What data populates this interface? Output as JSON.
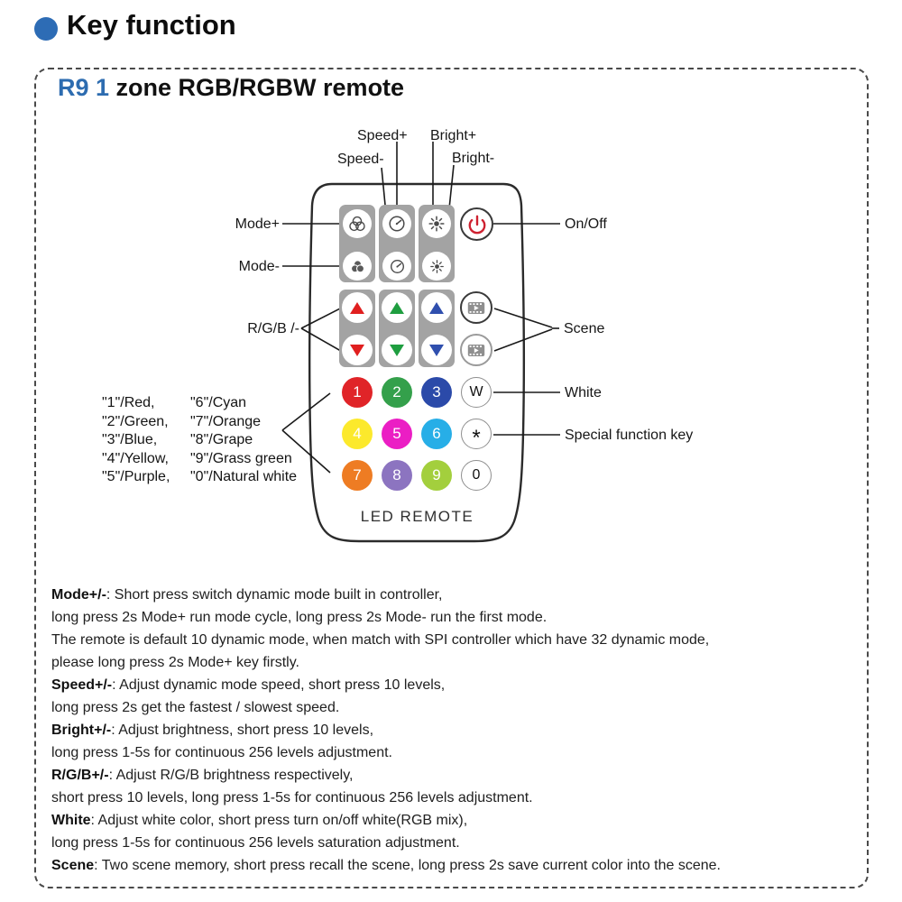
{
  "header": {
    "title": "Key function",
    "bullet_color": "#2d6cb5"
  },
  "panel": {
    "title_highlight": "R9 1",
    "title_rest": " zone RGB/RGBW remote",
    "highlight_color": "#2d6cb0"
  },
  "remote": {
    "brand": "LED REMOTE",
    "labels": {
      "mode_plus": "Mode+",
      "mode_minus": "Mode-",
      "speed_plus": "Speed+",
      "speed_minus": "Speed-",
      "bright_plus": "Bright+",
      "bright_minus": "Bright-",
      "rgb": "R/G/B /-",
      "on_off": "On/Off",
      "scene": "Scene",
      "white": "White",
      "special": "Special function key"
    },
    "color_key": [
      {
        "left": "\"1\"/Red,",
        "right": "\"6\"/Cyan"
      },
      {
        "left": "\"2\"/Green,",
        "right": "\"7\"/Orange"
      },
      {
        "left": "\"3\"/Blue,",
        "right": "\"8\"/Grape"
      },
      {
        "left": "\"4\"/Yellow,",
        "right": "\"9\"/Grass green"
      },
      {
        "left": "\"5\"/Purple,",
        "right": "\"0\"/Natural white"
      }
    ],
    "keys": {
      "digits": [
        {
          "label": "1",
          "color": "#e02428"
        },
        {
          "label": "2",
          "color": "#34a04b"
        },
        {
          "label": "3",
          "color": "#2b4aa9"
        },
        {
          "label": "W",
          "color": "#ffffff"
        },
        {
          "label": "4",
          "color": "#fce92c"
        },
        {
          "label": "5",
          "color": "#eb1ec4"
        },
        {
          "label": "6",
          "color": "#27aee7"
        },
        {
          "label": "*",
          "color": "#ffffff"
        },
        {
          "label": "7",
          "color": "#ee7c23"
        },
        {
          "label": "8",
          "color": "#8c74c0"
        },
        {
          "label": "9",
          "color": "#a3cf3d"
        },
        {
          "label": "0",
          "color": "#ffffff"
        }
      ],
      "arrow_colors": [
        "#e01f1f",
        "#1f9e40",
        "#2f4fae"
      ],
      "power_color": "#ce2130"
    }
  },
  "notes": [
    {
      "prefix": "Mode+/-",
      "text": ": Short press switch dynamic mode built in controller,"
    },
    {
      "prefix": "",
      "text": "long press 2s Mode+ run mode cycle, long press 2s Mode- run the first mode."
    },
    {
      "prefix": "",
      "text": "The remote is default 10 dynamic mode, when match with SPI controller which have 32 dynamic mode,"
    },
    {
      "prefix": "",
      "text": "please long press 2s Mode+ key firstly."
    },
    {
      "prefix": "Speed+/-",
      "text": ": Adjust dynamic mode speed, short press 10 levels,"
    },
    {
      "prefix": "",
      "text": "long press 2s get the fastest / slowest speed."
    },
    {
      "prefix": "Bright+/-",
      "text": ": Adjust brightness, short press 10 levels,"
    },
    {
      "prefix": "",
      "text": "long press 1-5s for continuous 256 levels adjustment."
    },
    {
      "prefix": "R/G/B+/-",
      "text": ": Adjust R/G/B brightness respectively,"
    },
    {
      "prefix": "",
      "text": "short press 10 levels, long press 1-5s for continuous 256 levels adjustment."
    },
    {
      "prefix": "White",
      "text": ": Adjust white color, short press turn on/off white(RGB mix),"
    },
    {
      "prefix": "",
      "text": "long press 1-5s for continuous 256 levels saturation adjustment."
    },
    {
      "prefix": "Scene",
      "text": ": Two scene memory, short press recall the scene, long press 2s save current color into the scene."
    }
  ]
}
